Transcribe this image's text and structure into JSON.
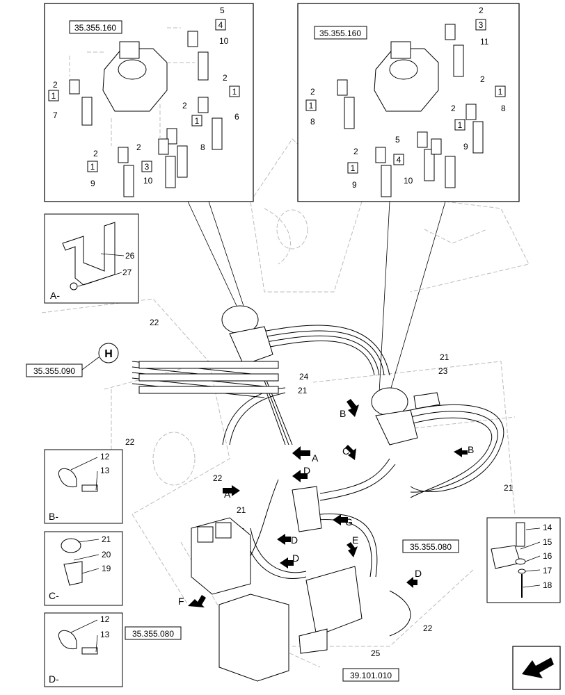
{
  "references": {
    "ref_35_355_160": "35.355.160",
    "ref_35_355_090": "35.355.090",
    "ref_35_355_080": "35.355.080",
    "ref_39_101_010": "39.101.010"
  },
  "circle_label": "H",
  "left_inset_labels": [
    "5",
    "4",
    "10",
    "2",
    "1",
    "7",
    "2",
    "1",
    "2",
    "1",
    "6",
    "2",
    "1",
    "3",
    "10",
    "8",
    "9"
  ],
  "right_inset_labels": [
    "2",
    "3",
    "11",
    "2",
    "1",
    "8",
    "2",
    "1",
    "5",
    "4",
    "1",
    "8",
    "9",
    "2",
    "1",
    "9",
    "10"
  ],
  "detail_views": {
    "A": {
      "letter": "A-",
      "labels": [
        "26",
        "27"
      ]
    },
    "B": {
      "letter": "B-",
      "labels": [
        "12",
        "13"
      ]
    },
    "C": {
      "letter": "C-",
      "labels": [
        "21",
        "20",
        "19"
      ]
    },
    "D": {
      "letter": "D-",
      "labels": [
        "12",
        "13"
      ]
    },
    "E": {
      "labels": [
        "14",
        "15",
        "16",
        "17",
        "18"
      ]
    }
  },
  "main_labels": {
    "l22_top": "22",
    "l22_left": "22",
    "l22_mid": "22",
    "l22_right": "22",
    "l24": "24",
    "l21_a": "21",
    "l21_b": "21",
    "l21_c": "21",
    "l21_d": "21",
    "l23": "23",
    "l25": "25"
  },
  "arrow_letters": {
    "A1": "A",
    "A2": "A",
    "B1": "B",
    "B2": "B",
    "C": "C",
    "D1": "D",
    "D2": "D",
    "D3": "D",
    "D4": "D",
    "E": "E",
    "F": "F",
    "G": "G"
  },
  "colors": {
    "line": "#000000",
    "ghost": "#bbbbbb",
    "fill": "#ffffff"
  },
  "icons": {
    "corner_arrow": "arrow-icon"
  }
}
